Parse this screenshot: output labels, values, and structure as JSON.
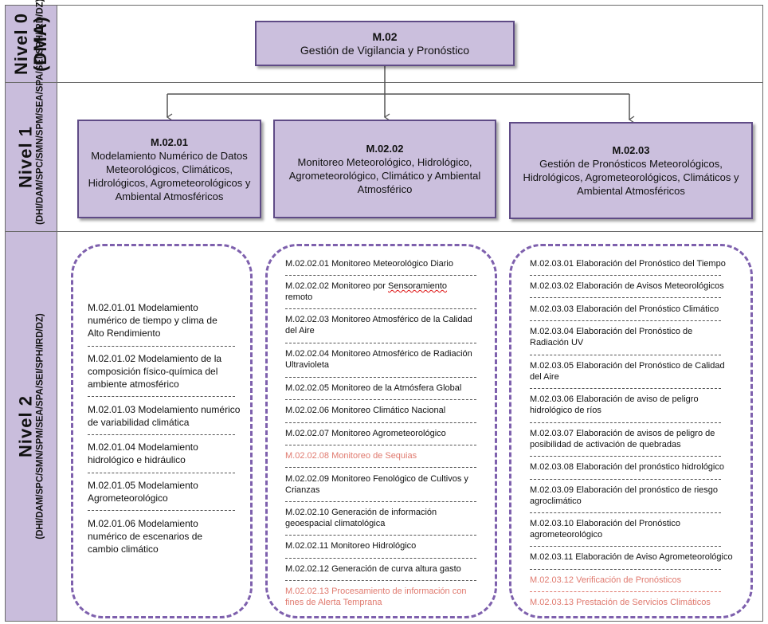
{
  "levels": [
    {
      "title": "Nivel 0",
      "subtitle": "(DMA)"
    },
    {
      "title": "Nivel 1",
      "subtitle": "(DHI/DAM/SPC/SMN/SPM/SEA/SPA/SEI/SPH/IRD/DZ)"
    },
    {
      "title": "Nivel 2",
      "subtitle": "(DHI/DAM/SPC/SMN/SPM/SEA/SPA/SEI/SPH/IRD/DZ)"
    }
  ],
  "root": {
    "code": "M.02",
    "title": "Gestión de Vigilancia y Pronóstico"
  },
  "level1": [
    {
      "code": "M.02.01",
      "title": "Modelamiento Numérico de Datos Meteorológicos, Climáticos, Hidrológicos, Agrometeorológicos y Ambiental Atmosféricos"
    },
    {
      "code": "M.02.02",
      "title": "Monitoreo Meteorológico, Hidrológico, Agrometeorológico, Climático y Ambiental Atmosférico"
    },
    {
      "code": "M.02.03",
      "title": "Gestión de Pronósticos Meteorológicos, Hidrológicos, Agrometeorológicos, Climáticos y Ambiental Atmosféricos"
    }
  ],
  "level2": {
    "group1": [
      "M.02.01.01 Modelamiento numérico de tiempo y clima de Alto Rendimiento",
      "M.02.01.02 Modelamiento de la composición físico-química del ambiente atmosférico",
      "M.02.01.03 Modelamiento numérico de variabilidad climática",
      "M.02.01.04 Modelamiento hidrológico e hidráulico",
      "M.02.01.05 Modelamiento Agrometeorológico",
      "M.02.01.06 Modelamiento numérico de escenarios de cambio  climático"
    ],
    "group2": [
      "M.02.02.01 Monitoreo Meteorológico Diario",
      "M.02.02.02 Monitoreo por Sensoramiento remoto",
      "M.02.02.03 Monitoreo Atmosférico de la Calidad del Aire",
      "M.02.02.04 Monitoreo Atmosférico de Radiación Ultravioleta",
      "M.02.02.05 Monitoreo de la Atmósfera Global",
      "M.02.02.06 Monitoreo Climático Nacional",
      "M.02.02.07 Monitoreo Agrometeorológico",
      "M.02.02.08 Monitoreo de Sequias",
      "M.02.02.09 Monitoreo Fenológico de Cultivos y Crianzas",
      "M.02.02.10 Generación de información geoespacial climatológica",
      "M.02.02.11 Monitoreo Hidrológico",
      "M.02.02.12 Generación de curva altura gasto",
      "M.02.02.13 Procesamiento de información con fines de Alerta Temprana"
    ],
    "group3": [
      "M.02.03.01 Elaboración del Pronóstico del Tiempo",
      "M.02.03.02 Elaboración de Avisos Meteorológicos",
      "M.02.03.03 Elaboración del Pronóstico Climático",
      "M.02.03.04 Elaboración del Pronóstico de Radiación UV",
      "M.02.03.05 Elaboración del Pronóstico de Calidad del Aire",
      "M.02.03.06 Elaboración de aviso de peligro hidrológico de ríos",
      "M.02.03.07 Elaboración de avisos de peligro de posibilidad de activación de quebradas",
      "M.02.03.08 Elaboración del pronóstico hidrológico",
      "M.02.03.09 Elaboración del pronóstico de riesgo agroclimático",
      "M.02.03.10 Elaboración del Pronóstico agrometeorológico",
      "M.02.03.11 Elaboración de Aviso Agrometeorológico",
      "M.02.03.12 Verificación de Pronósticos",
      "M.02.03.13 Prestación de Servicios Climáticos"
    ]
  },
  "colors": {
    "box_fill": "#cbbfdd",
    "box_border": "#5f4b86",
    "label_fill": "#c9bddc",
    "group_border": "#7e60ad",
    "highlight_text": "#e07a6f"
  }
}
